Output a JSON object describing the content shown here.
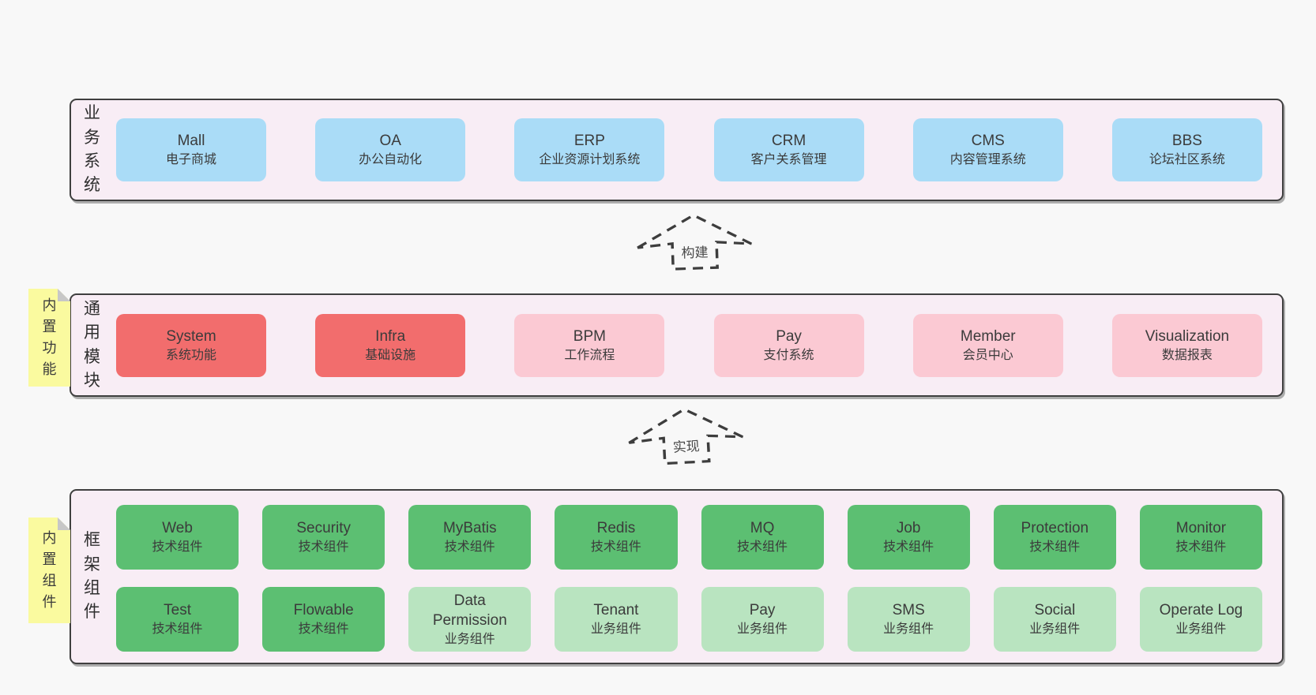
{
  "colors": {
    "page_bg": "#f8f8f8",
    "band_bg": "#f8edf5",
    "band_border": "#3f3f3f",
    "blue_box": "#aadcf7",
    "red_box": "#f26d6d",
    "pink_box": "#fbc9d3",
    "green_box": "#5cbf72",
    "green_light_box": "#b9e4c0",
    "sticky_yellow": "#fafa9f",
    "text": "#3b3b3b"
  },
  "arrows": [
    {
      "label": "构建"
    },
    {
      "label": "实现"
    }
  ],
  "bands": [
    {
      "label": "业务系统",
      "boxes": [
        {
          "name": "Mall",
          "desc": "电子商城"
        },
        {
          "name": "OA",
          "desc": "办公自动化"
        },
        {
          "name": "ERP",
          "desc": "企业资源计划系统"
        },
        {
          "name": "CRM",
          "desc": "客户关系管理"
        },
        {
          "name": "CMS",
          "desc": "内容管理系统"
        },
        {
          "name": "BBS",
          "desc": "论坛社区系统"
        }
      ]
    },
    {
      "label": "通用模块",
      "sticky": "内置功能",
      "boxes": [
        {
          "name": "System",
          "desc": "系统功能"
        },
        {
          "name": "Infra",
          "desc": "基础设施"
        },
        {
          "name": "BPM",
          "desc": "工作流程"
        },
        {
          "name": "Pay",
          "desc": "支付系统"
        },
        {
          "name": "Member",
          "desc": "会员中心"
        },
        {
          "name": "Visualization",
          "desc": "数据报表"
        }
      ]
    },
    {
      "label": "框架组件",
      "sticky": "内置组件",
      "rows": [
        [
          {
            "name": "Web",
            "desc": "技术组件"
          },
          {
            "name": "Security",
            "desc": "技术组件"
          },
          {
            "name": "MyBatis",
            "desc": "技术组件"
          },
          {
            "name": "Redis",
            "desc": "技术组件"
          },
          {
            "name": "MQ",
            "desc": "技术组件"
          },
          {
            "name": "Job",
            "desc": "技术组件"
          },
          {
            "name": "Protection",
            "desc": "技术组件"
          },
          {
            "name": "Monitor",
            "desc": "技术组件"
          }
        ],
        [
          {
            "name": "Test",
            "desc": "技术组件"
          },
          {
            "name": "Flowable",
            "desc": "技术组件"
          },
          {
            "name": "Data Permission",
            "desc": "业务组件"
          },
          {
            "name": "Tenant",
            "desc": "业务组件"
          },
          {
            "name": "Pay",
            "desc": "业务组件"
          },
          {
            "name": "SMS",
            "desc": "业务组件"
          },
          {
            "name": "Social",
            "desc": "业务组件"
          },
          {
            "name": "Operate Log",
            "desc": "业务组件"
          }
        ]
      ]
    }
  ]
}
